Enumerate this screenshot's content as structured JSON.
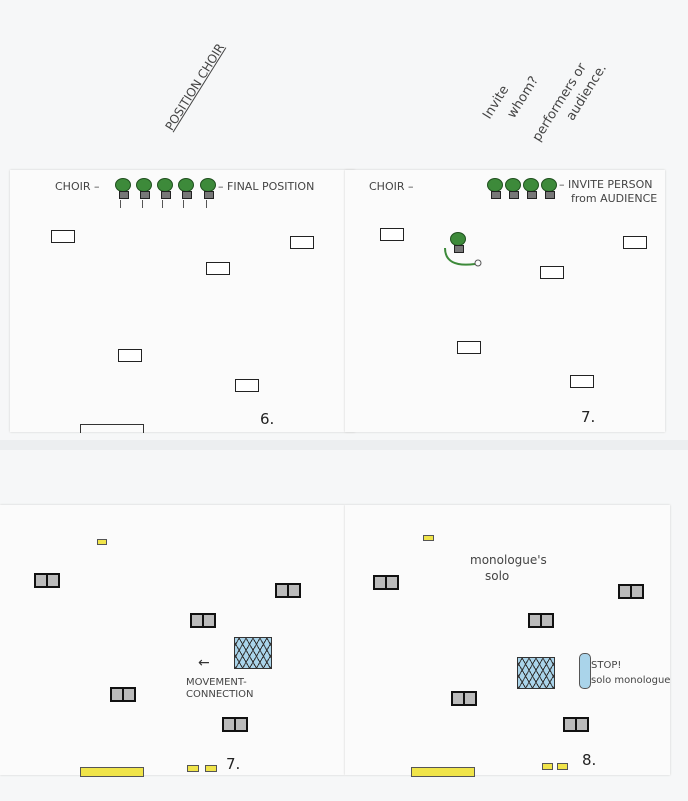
{
  "top_notes": {
    "position_choir": "POSITION CHOIR",
    "invite_question": [
      "Invite",
      "whom?",
      "performers or",
      "audience."
    ]
  },
  "panel_6": {
    "choir_label": "CHOIR –",
    "final_label": "– FINAL POSITION",
    "number": "6."
  },
  "panel_7a": {
    "choir_label": "CHOIR –",
    "invite_label_1": "– INVITE PERSON",
    "invite_label_2": "from AUDIENCE",
    "number": "7."
  },
  "panel_7b": {
    "movement_label_1": "MOVEMENT-",
    "movement_label_2": "CONNECTION",
    "number": "7."
  },
  "panel_8": {
    "title_1": "monologue's",
    "title_2": "solo",
    "stop_label": "STOP!",
    "solo_label": "solo monologue",
    "number": "8."
  }
}
